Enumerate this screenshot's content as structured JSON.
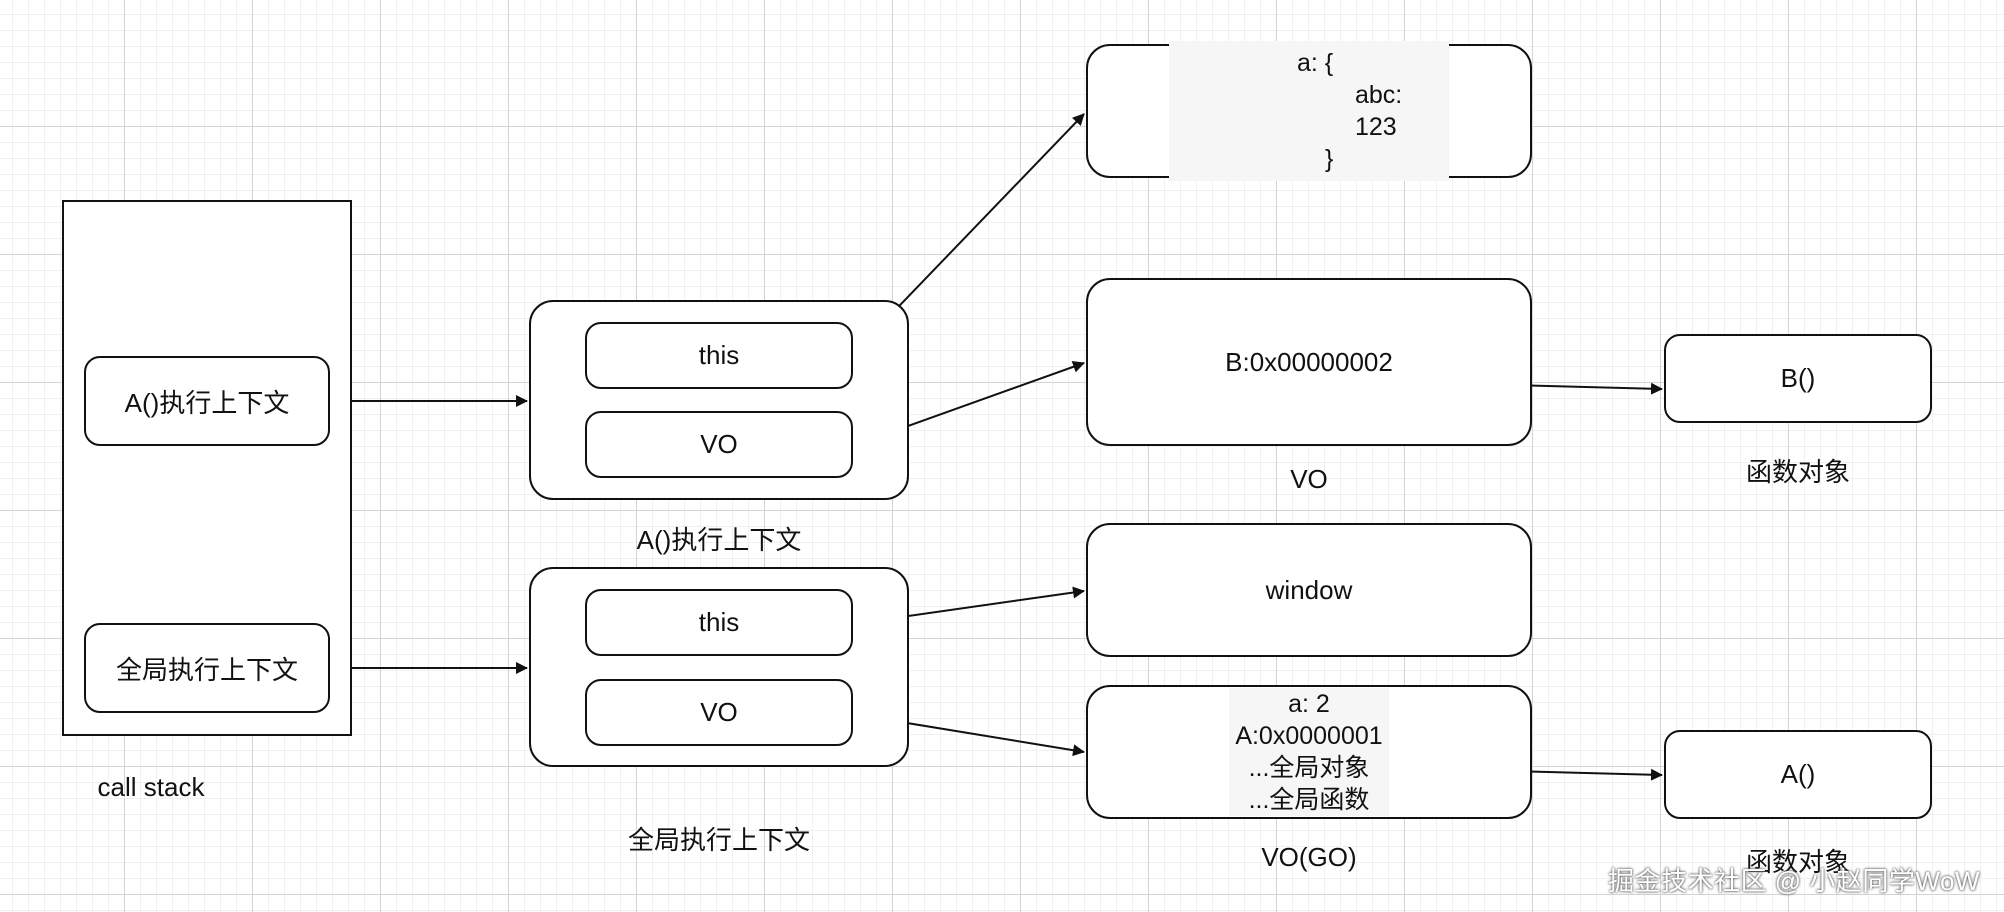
{
  "call_stack": {
    "label": "call stack",
    "frames": [
      "A()执行上下文",
      "全局执行上下文"
    ]
  },
  "a_context": {
    "caption": "A()执行上下文",
    "this_label": "this",
    "vo_label": "VO"
  },
  "global_context": {
    "caption": "全局执行上下文",
    "this_label": "this",
    "vo_label": "VO"
  },
  "object_a": {
    "lines": [
      "a: {",
      "abc: 123",
      "}"
    ]
  },
  "a_vo": {
    "text": "B:0x00000002",
    "caption": "VO"
  },
  "window_box": {
    "text": "window"
  },
  "global_vo": {
    "lines": [
      "a: 2",
      "A:0x0000001",
      "...全局对象",
      "...全局函数"
    ],
    "caption": "VO(GO)"
  },
  "func_b": {
    "text": "B()",
    "caption": "函数对象"
  },
  "func_a": {
    "text": "A()",
    "caption": "函数对象"
  },
  "watermark": "掘金技术社区 @ 小赵同学WoW"
}
